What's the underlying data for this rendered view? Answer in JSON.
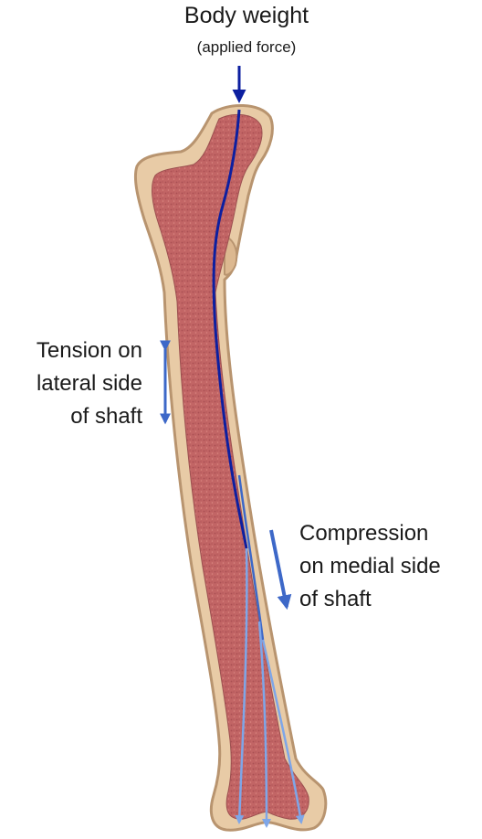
{
  "labels": {
    "title": "Body weight",
    "subtitle": "(applied force)",
    "tension": [
      "Tension on",
      "lateral side",
      "of shaft"
    ],
    "compression": [
      "Compression",
      "on medial side",
      "of shaft"
    ]
  },
  "colors": {
    "bone_outer": "#e8cba6",
    "bone_outline": "#b8946f",
    "marrow": "#c96a6a",
    "force_line_dark": "#0d1fa0",
    "force_line_light": "#7ea6e8",
    "arrow_blue": "#3d68c8"
  }
}
